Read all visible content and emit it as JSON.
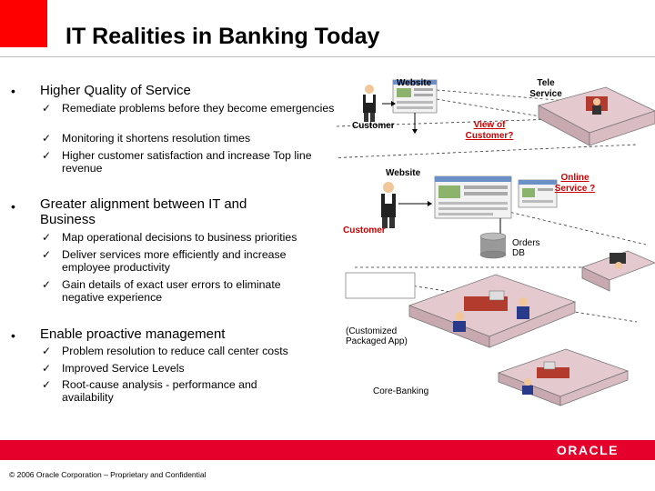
{
  "title": "IT Realities in Banking Today",
  "bullets": [
    {
      "heading": "Higher Quality of Service",
      "items": [
        "Remediate problems before they become emergencies",
        "Monitoring it shortens resolution times",
        "Higher customer satisfaction and increase Top line revenue"
      ]
    },
    {
      "heading": "Greater alignment between IT and Business",
      "items": [
        "Map operational decisions to business priorities",
        "Deliver services more efficiently and increase employee productivity",
        "Gain details of exact user errors to eliminate negative experience"
      ]
    },
    {
      "heading": "Enable proactive management",
      "items": [
        "Problem resolution to reduce call center costs",
        "Improved Service Levels",
        "Root-cause analysis - performance and availability"
      ]
    }
  ],
  "diagram": {
    "website_top": "Website",
    "tele_service": "Tele Service",
    "customer_top": "Customer",
    "view_of_customer": "View of Customer?",
    "website_mid": "Website",
    "online_service": "Online Service ?",
    "customer_mid": "Customer",
    "orders_db": "Orders DB",
    "customized_app": "(Customized Packaged App)",
    "core_banking": "Core-Banking"
  },
  "footer": {
    "brand": "ORACLE",
    "copyright": "© 2006 Oracle Corporation – Proprietary and Confidential"
  },
  "colors": {
    "accent_red": "#ff0000",
    "footer_red": "#e4002b",
    "link_red": "#cc0000"
  }
}
